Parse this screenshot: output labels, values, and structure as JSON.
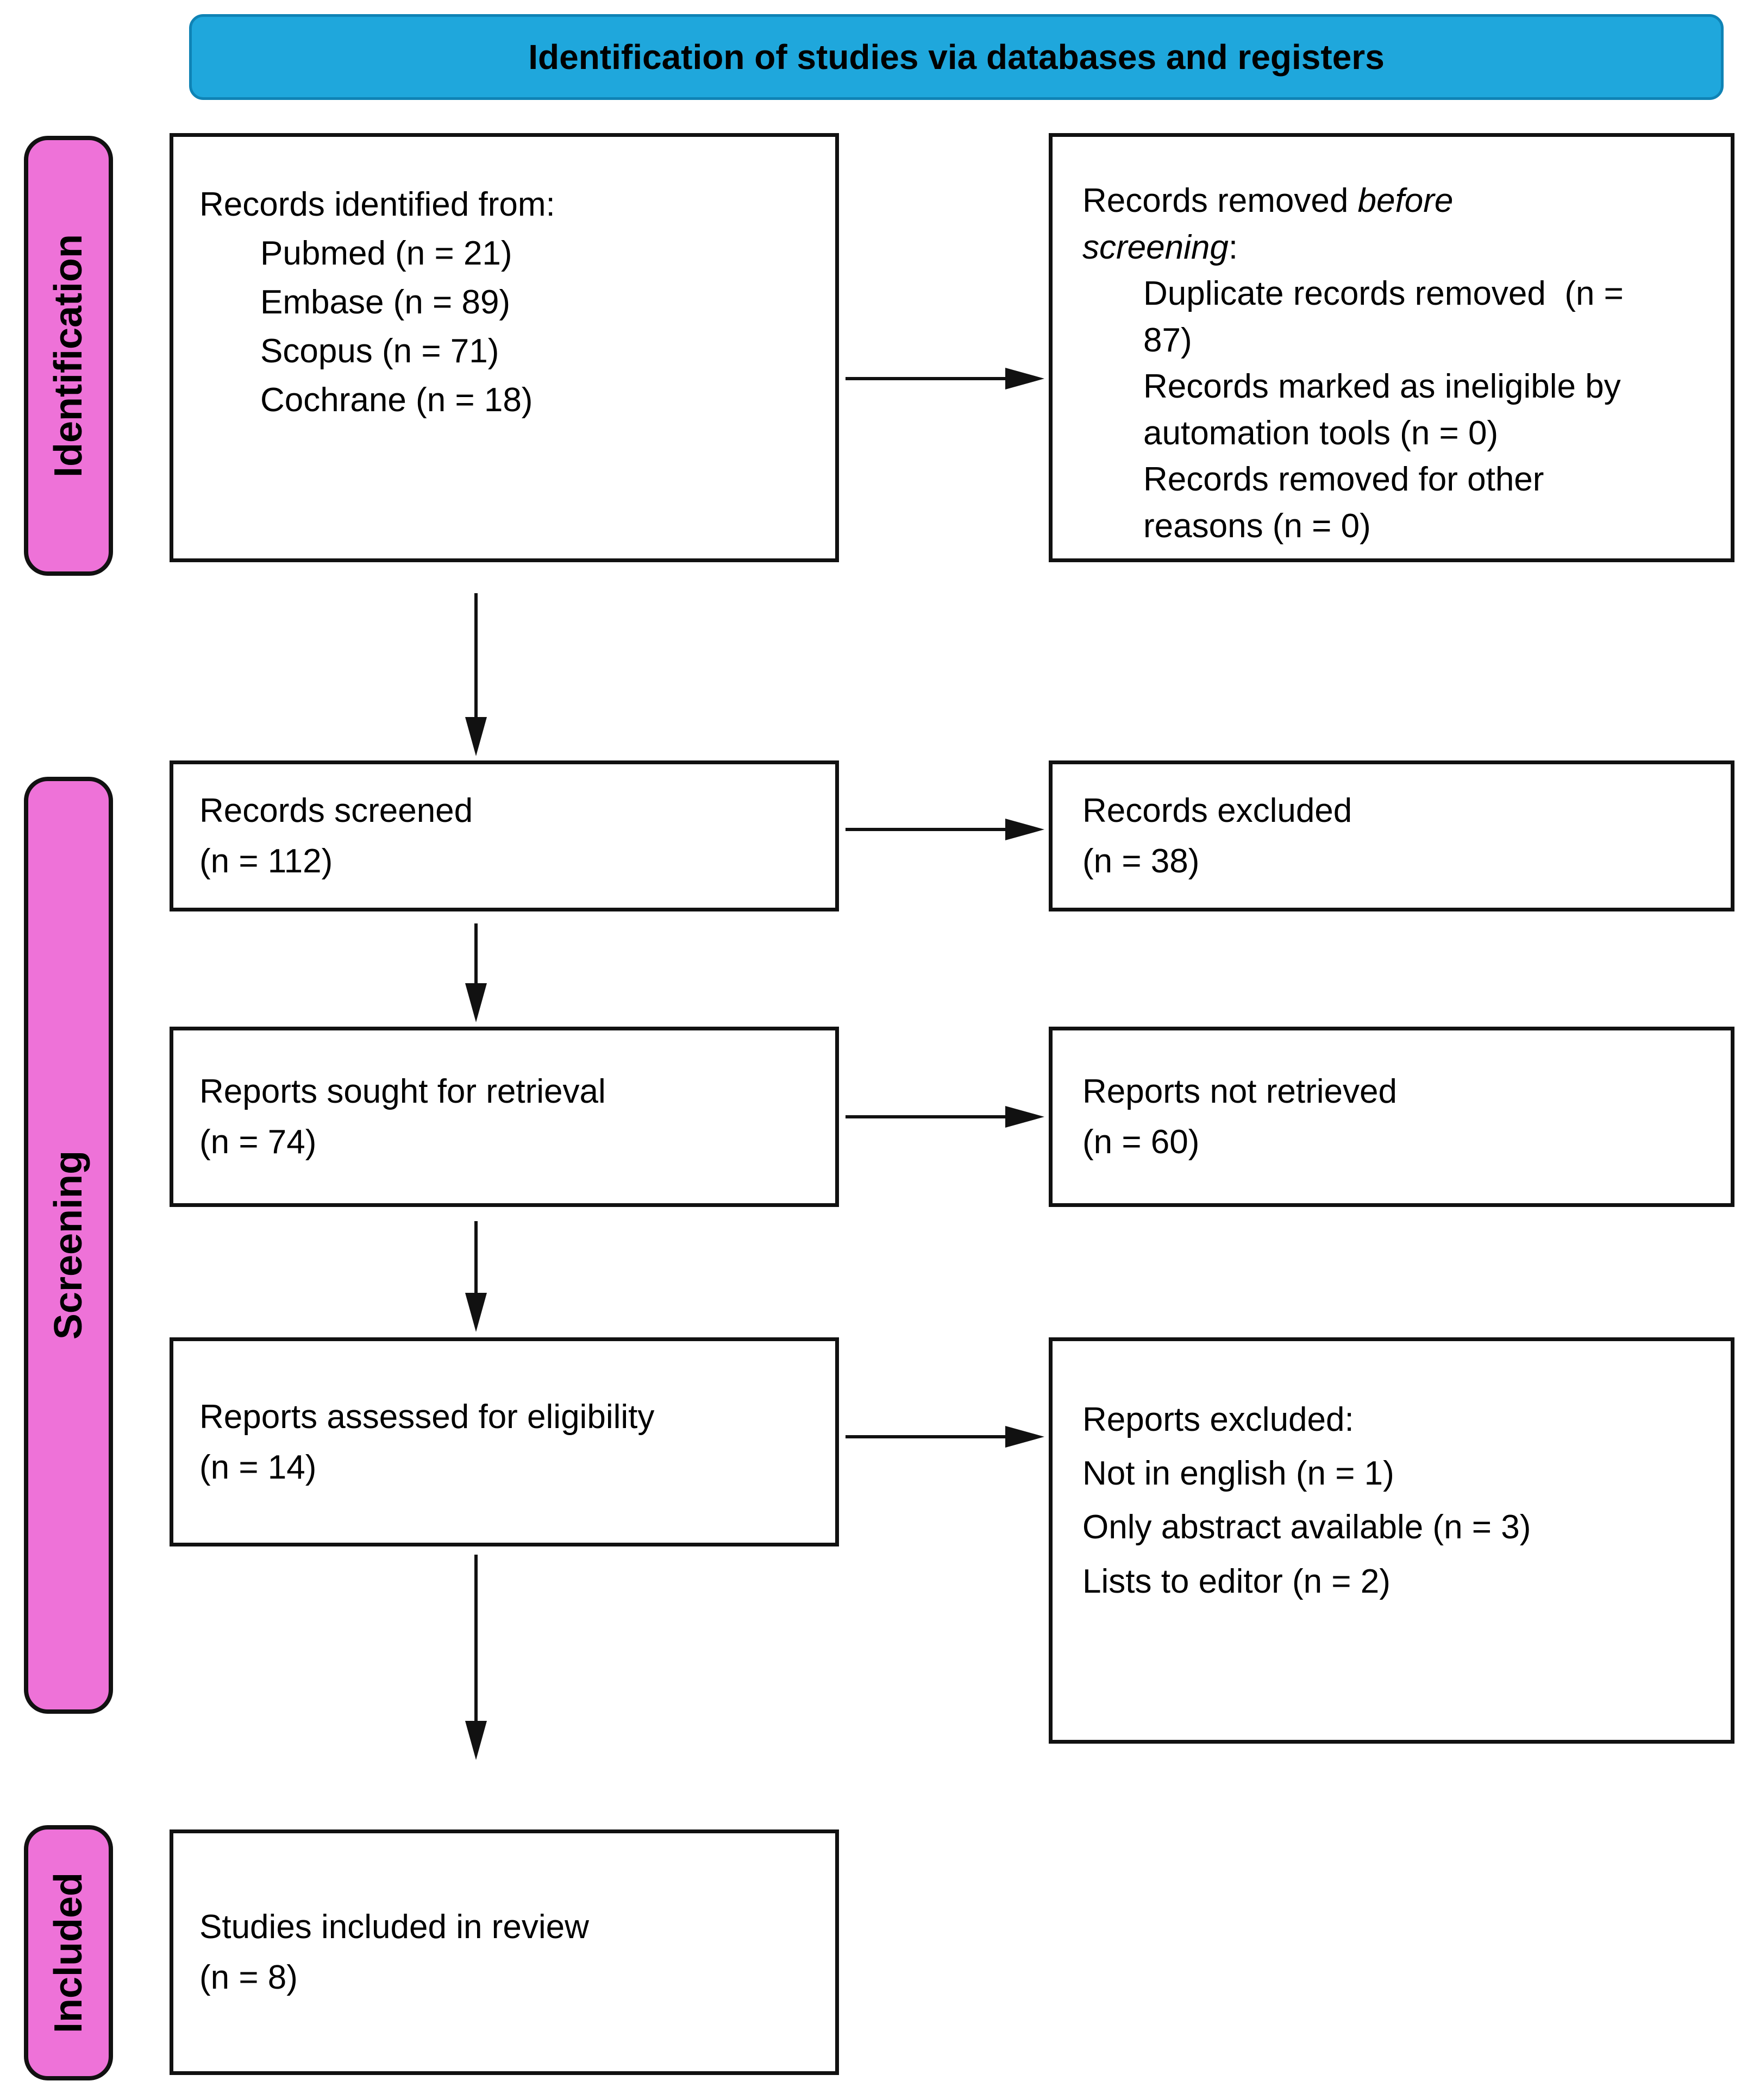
{
  "banner": {
    "label": "Identification of studies via databases and registers"
  },
  "colors": {
    "banner_bg": "#1FA7DC",
    "banner_border": "#0F83B5",
    "sidebar_bg": "#EE72D8",
    "box_border": "#111111",
    "text": "#000000",
    "background": "#FFFFFF"
  },
  "sidebars": [
    {
      "label": "Identification"
    },
    {
      "label": "Screening"
    },
    {
      "label": "Included"
    }
  ],
  "boxes": {
    "identified": {
      "title": "Records identified from:",
      "items": [
        "Pubmed (n = 21)",
        "Embase (n = 89)",
        "Scopus (n = 71)",
        "Cochrane (n = 18)"
      ]
    },
    "removed": {
      "title_prefix": "Records removed ",
      "title_italic": "before screening",
      "title_suffix": ":",
      "items": [
        "Duplicate records removed  (n = 87)",
        "Records marked as ineligible by automation tools (n = 0)",
        "Records removed for other reasons (n = 0)"
      ]
    },
    "screened": {
      "line1": "Records screened",
      "line2": "(n = 112)"
    },
    "records_excluded": {
      "line1": "Records excluded",
      "line2": "(n = 38)"
    },
    "sought": {
      "line1": "Reports sought for retrieval",
      "line2": "(n = 74)"
    },
    "not_retrieved": {
      "line1": "Reports not retrieved",
      "line2": "(n = 60)"
    },
    "assessed": {
      "line1": "Reports assessed for eligibility",
      "line2": "(n = 14)"
    },
    "reports_excluded": {
      "title": "Reports excluded:",
      "items": [
        "Not in english (n = 1)",
        "Only abstract available (n = 3)",
        "Lists to editor (n = 2)"
      ]
    },
    "included_studies": {
      "line1": "Studies included in review",
      "line2": "(n = 8)"
    }
  }
}
